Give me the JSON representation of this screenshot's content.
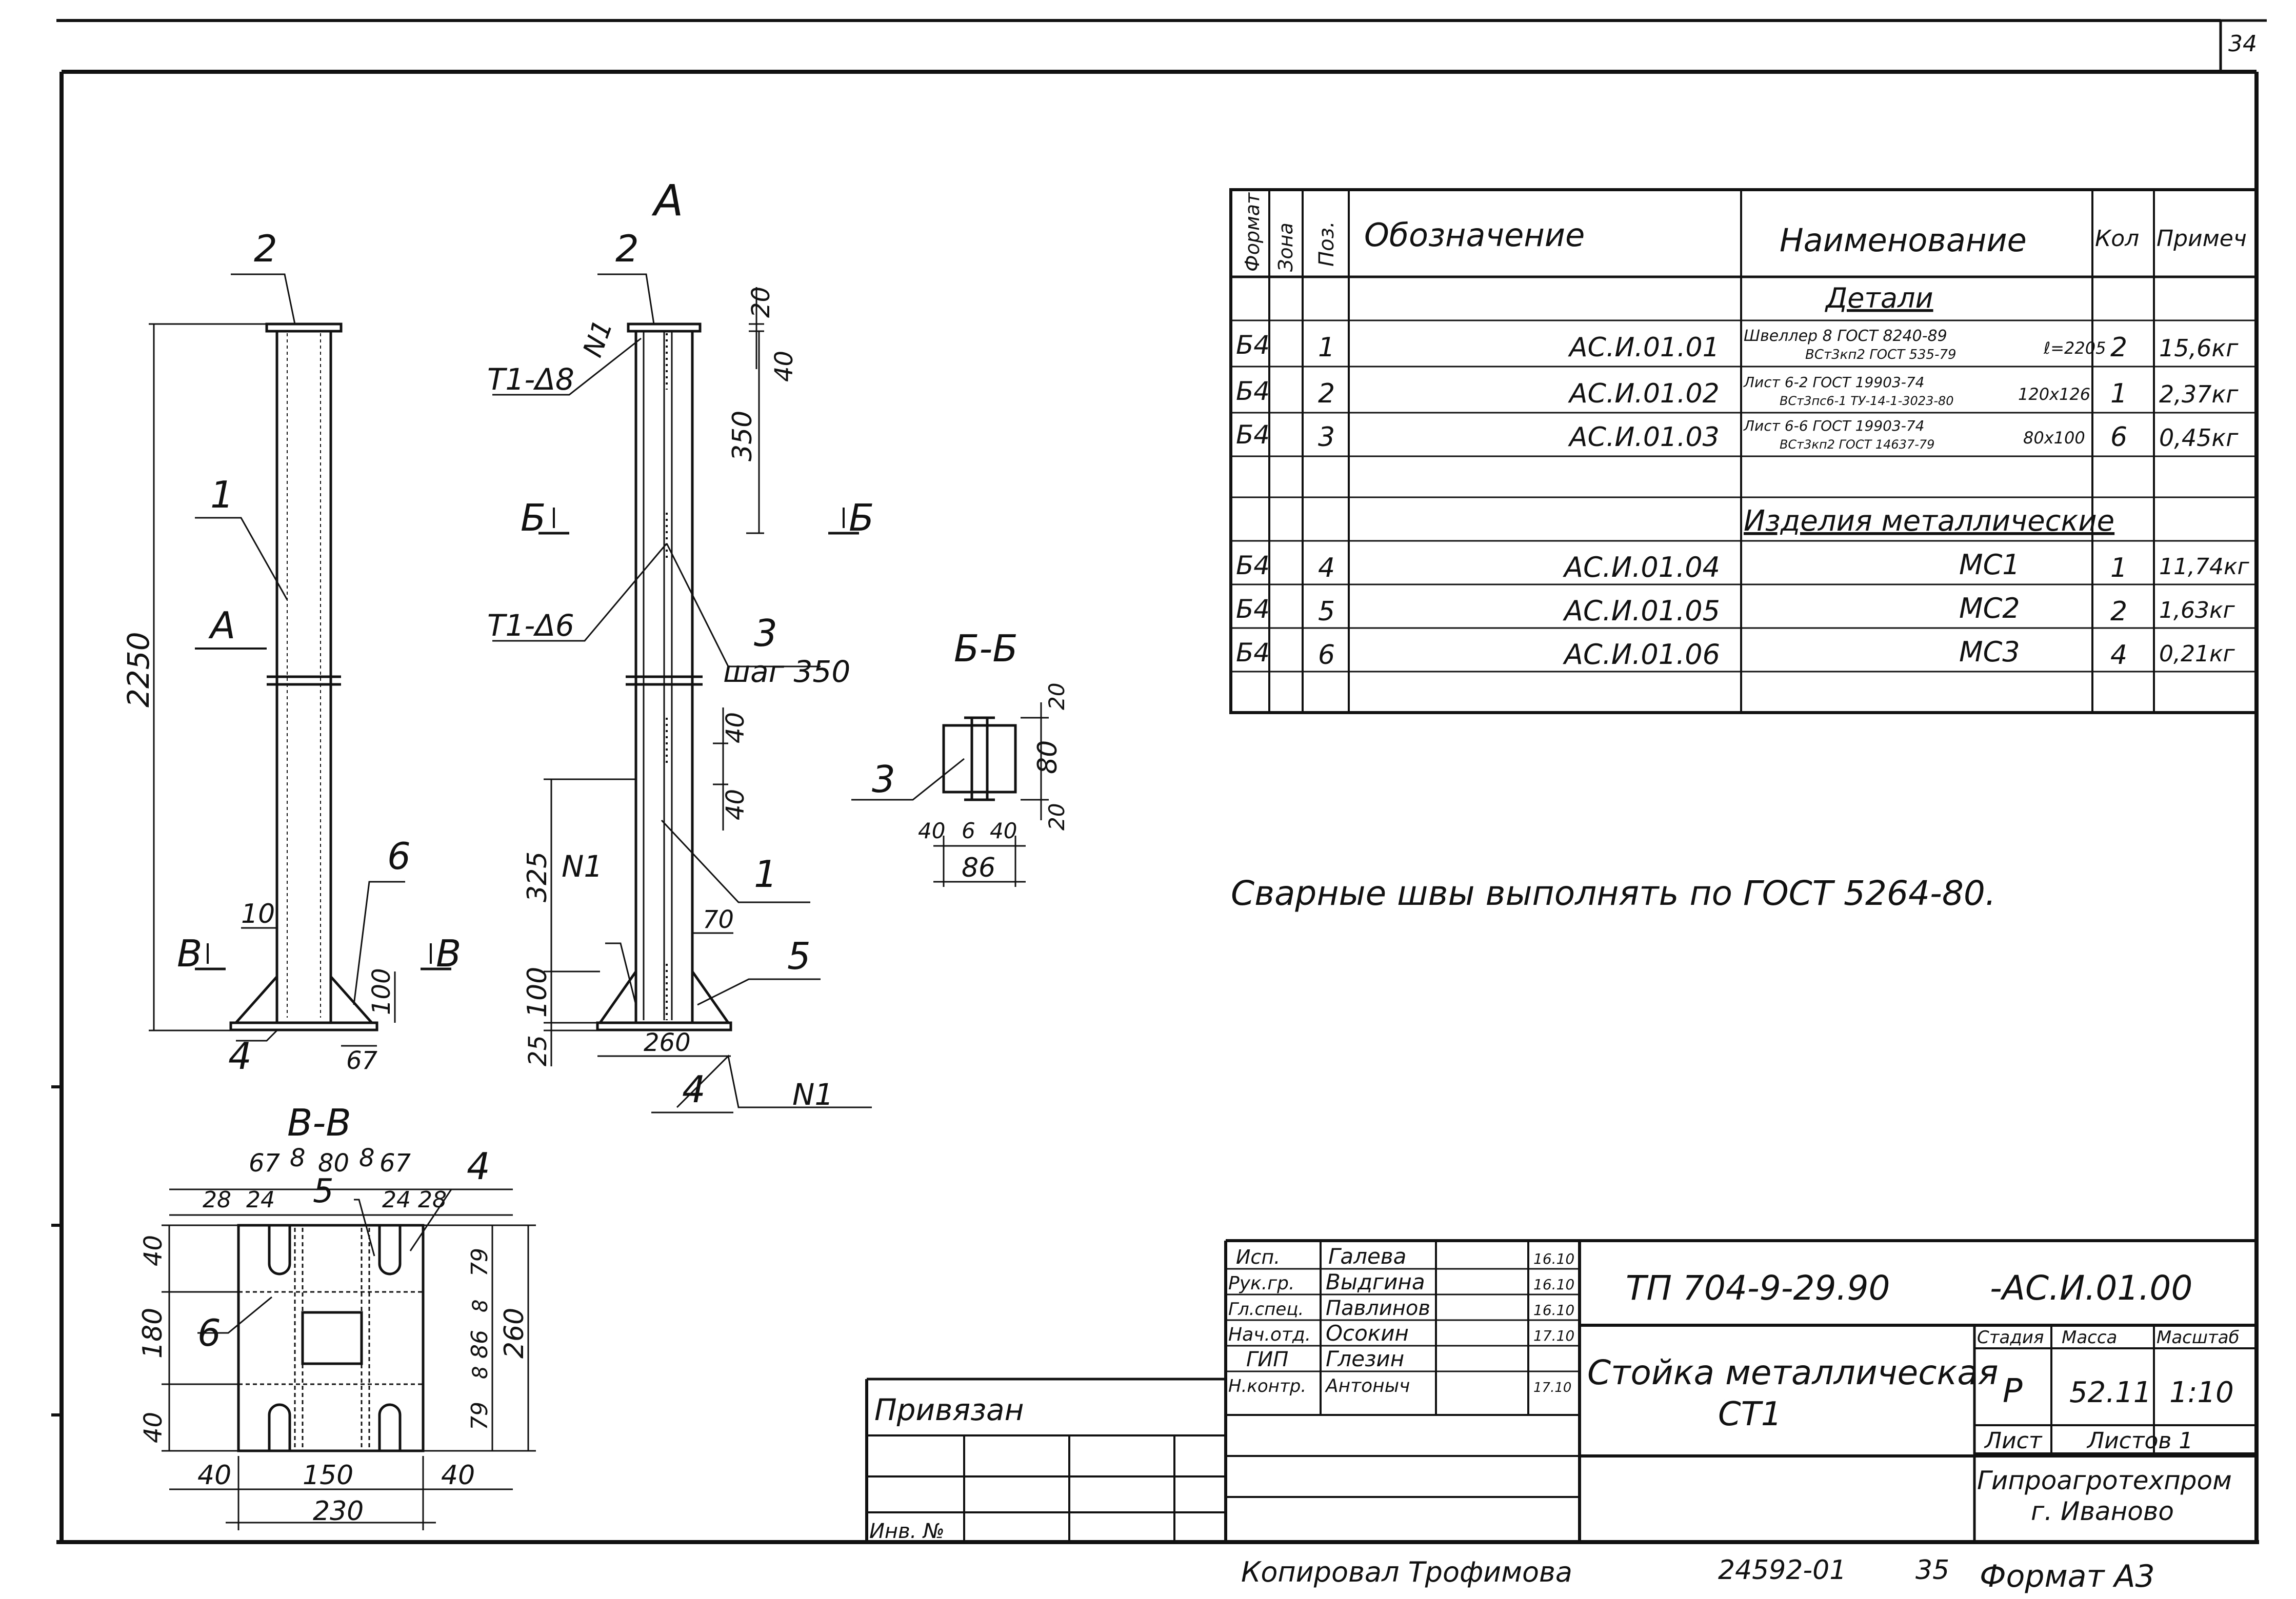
{
  "sheet_number": "34",
  "view_a_label": "А",
  "callouts": {
    "c1": "1",
    "c2": "2",
    "c3": "3",
    "c4": "4",
    "c5": "5",
    "c6": "6",
    "weld_t1_8": "Т1-Δ8",
    "weld_t1_6": "Т1-Δ6",
    "weld_n1": "N1",
    "pitch": "шаг 350",
    "arrow_a": "А",
    "cut_b": "Б",
    "cut_v": "В"
  },
  "dims_left": {
    "height": "2250",
    "d10": "10",
    "d100": "100",
    "d67": "67"
  },
  "dims_mid": {
    "d20": "20",
    "d40": "40",
    "d350": "350",
    "d40b": "40",
    "d40c": "40",
    "d325": "325",
    "d100": "100",
    "d25": "25",
    "d70": "70",
    "d260": "260"
  },
  "section_bb": {
    "title": "Б-Б",
    "dims": {
      "d20a": "20",
      "d80": "80",
      "d20b": "20",
      "d40a": "40",
      "d6": "6",
      "d40b": "40",
      "d86": "86"
    }
  },
  "section_vv": {
    "title": "В-В",
    "top_dims": {
      "a": "67",
      "b": "8",
      "c": "80",
      "d": "8",
      "e": "67"
    },
    "top_dims2": {
      "a": "28",
      "b": "24",
      "c": "24",
      "d": "28"
    },
    "left_dims": {
      "a": "40",
      "b": "180",
      "c": "40"
    },
    "right_dims": {
      "a": "79",
      "b": "86",
      "c": "8",
      "d": "8",
      "e": "79",
      "f": "260"
    },
    "bottom_dims": {
      "a": "40",
      "b": "150",
      "c": "40",
      "d": "230"
    }
  },
  "spec_table": {
    "headers": {
      "format": "Формат",
      "zone": "Зона",
      "pos": "Поз.",
      "designation": "Обозначение",
      "name": "Наименование",
      "qty": "Кол",
      "note": "Примеч"
    },
    "section_details": "Детали",
    "section_items": "Изделия металлические",
    "rows_details": [
      {
        "format": "Б4",
        "pos": "1",
        "designation": "АС.И.01.01",
        "name_top": "Швеллер 8 ГОСТ 8240-89",
        "name_bottom": "ВСт3кп2 ГОСТ 535-79",
        "name_extra": "ℓ=2205",
        "qty": "2",
        "note": "15,6кг"
      },
      {
        "format": "Б4",
        "pos": "2",
        "designation": "АС.И.01.02",
        "name_top": "Лист 6-2 ГОСТ 19903-74",
        "name_bottom": "ВСт3пс6-1 ТУ-14-1-3023-80",
        "name_extra": "120х126",
        "qty": "1",
        "note": "2,37кг"
      },
      {
        "format": "Б4",
        "pos": "3",
        "designation": "АС.И.01.03",
        "name_top": "Лист 6-6 ГОСТ 19903-74",
        "name_bottom": "ВСт3кп2 ГОСТ 14637-79",
        "name_extra": "80х100",
        "qty": "6",
        "note": "0,45кг"
      }
    ],
    "rows_items": [
      {
        "format": "Б4",
        "pos": "4",
        "designation": "АС.И.01.04",
        "name": "МС1",
        "qty": "1",
        "note": "11,74кг"
      },
      {
        "format": "Б4",
        "pos": "5",
        "designation": "АС.И.01.05",
        "name": "МС2",
        "qty": "2",
        "note": "1,63кг"
      },
      {
        "format": "Б4",
        "pos": "6",
        "designation": "АС.И.01.06",
        "name": "МС3",
        "qty": "4",
        "note": "0,21кг"
      }
    ]
  },
  "note": "Сварные швы выполнять по ГОСТ 5264-80.",
  "title_block": {
    "doc_code": "ТП 704-9-29.90",
    "doc_suffix": "-АС.И.01.00",
    "title_line1": "Стойка металлическая",
    "title_line2": "СТ1",
    "stage_label": "Стадия",
    "mass_label": "Масса",
    "scale_label": "Масштаб",
    "stage": "Р",
    "mass": "52.11",
    "scale": "1:10",
    "sheet_label": "Лист",
    "sheets_label": "Листов 1",
    "org_line1": "Гипроагротехпром",
    "org_line2": "г. Иваново",
    "people": [
      {
        "role": "Исп.",
        "name": "Галева",
        "date": "16.10"
      },
      {
        "role": "Рук.гр.",
        "name": "Выдгина",
        "date": "16.10"
      },
      {
        "role": "Гл.спец.",
        "name": "Павлинов",
        "date": "16.10"
      },
      {
        "role": "Нач.отд.",
        "name": "Осокин",
        "date": "17.10"
      },
      {
        "role": "ГИП",
        "name": "Глезин",
        "date": ""
      },
      {
        "role": "Н.контр.",
        "name": "Антоныч",
        "date": "17.10"
      }
    ],
    "bound_label": "Привязан",
    "inv_label": "Инв. №"
  },
  "footer": {
    "copied": "Копировал Трофимова",
    "archive_no": "24592-01",
    "page": "35",
    "format": "Формат А3"
  }
}
